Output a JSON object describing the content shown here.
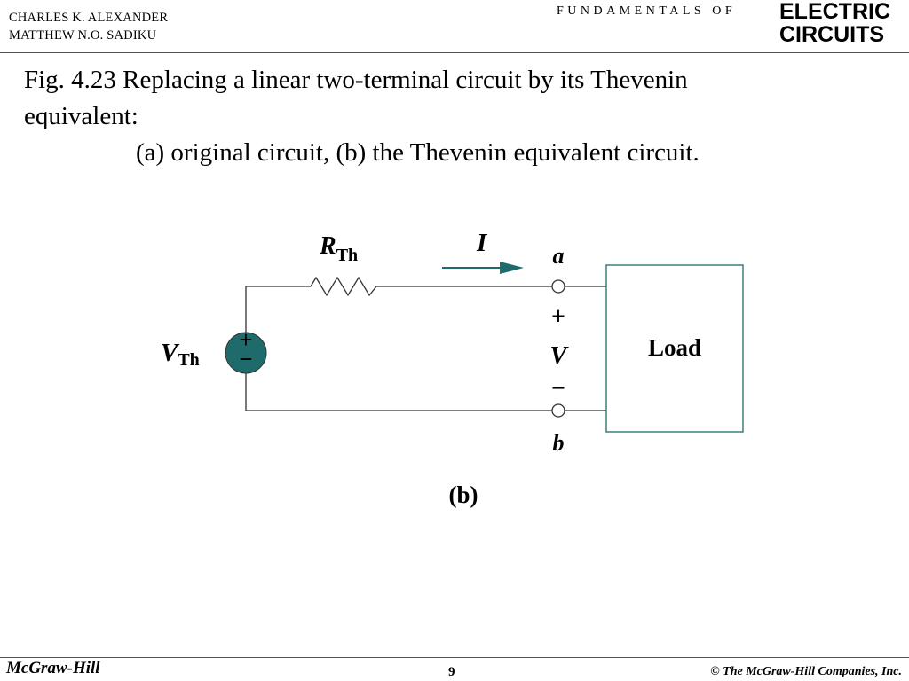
{
  "header": {
    "author_line_1": "CHARLES K. ALEXANDER",
    "author_line_2": "MATTHEW N.O. SADIKU",
    "brand_small": "FUNDAMENTALS OF",
    "brand_line_1": "ELECTRIC",
    "brand_line_2": "CIRCUITS"
  },
  "caption": {
    "line_1": "Fig. 4.23  Replacing a linear two-terminal circuit by its Thevenin",
    "line_2": "equivalent:",
    "line_3": "(a) original circuit, (b) the Thevenin equivalent circuit."
  },
  "circuit": {
    "resistor_symbol": "R",
    "resistor_subscript": "Th",
    "current_label": "I",
    "terminal_a": "a",
    "terminal_b": "b",
    "plus_sign": "+",
    "minus_sign": "−",
    "voltage_label": "V",
    "source_symbol": "V",
    "source_subscript": "Th",
    "source_plus": "+",
    "source_minus": "−",
    "load_label": "Load",
    "figure_label": "(b)",
    "source_color": "#1f6b6b",
    "arrow_color": "#1f6b6b",
    "load_border_color": "#1f6b6b"
  },
  "footer": {
    "publisher": "McGraw-Hill",
    "page_number": "9",
    "copyright": "© The McGraw-Hill Companies, Inc."
  }
}
